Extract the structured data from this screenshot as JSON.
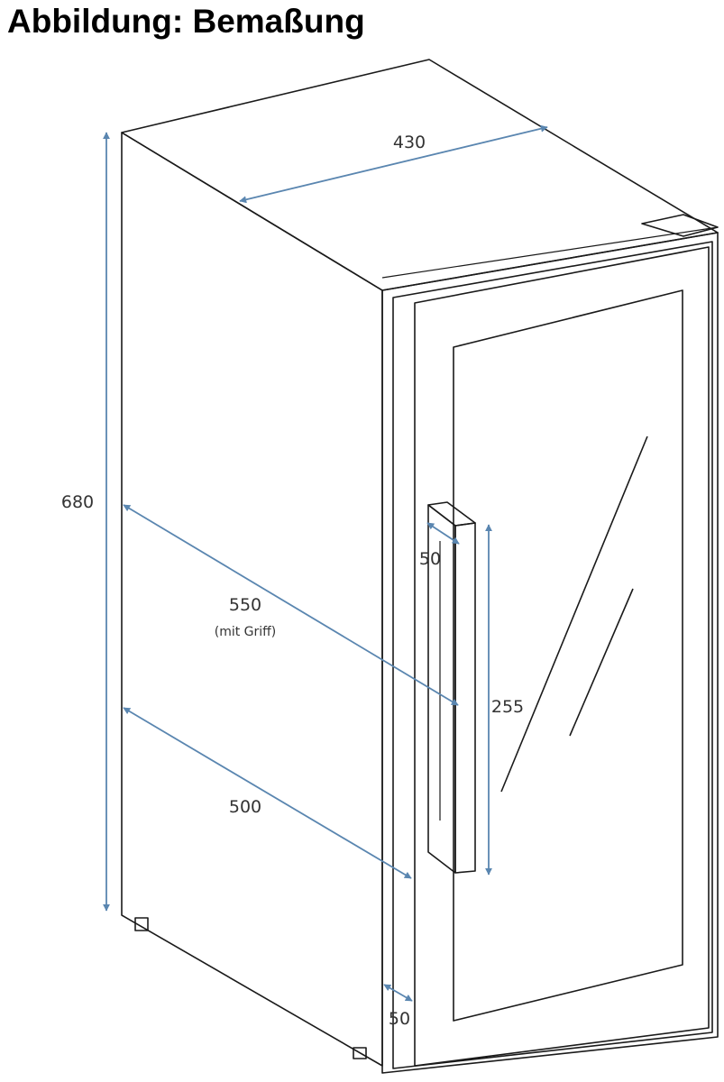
{
  "title": "Abbildung: Bemaßung",
  "colors": {
    "outline": "#1a1a1a",
    "dimension": "#5a86b0",
    "text": "#333333"
  },
  "dimensions": {
    "width_top": "430",
    "height": "680",
    "depth_with_handle": "550",
    "depth_with_handle_note": "(mit Griff)",
    "depth": "500",
    "handle_depth": "50",
    "handle_height": "255",
    "door_depth": "50"
  }
}
